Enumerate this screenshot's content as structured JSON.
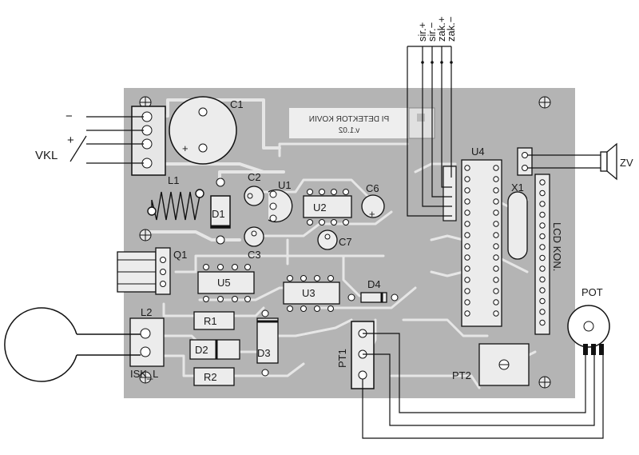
{
  "board": {
    "title_lines": [
      "PI DETEKTOR KOVIN",
      "v.1.02"
    ],
    "bg_color": "#b4b4b4",
    "trace_color": "#e6e6e6",
    "line_color": "#111111"
  },
  "labels": {
    "c1": "C1",
    "c2": "C2",
    "c3": "C3",
    "c6": "C6",
    "c7": "C7",
    "u1": "U1",
    "u2": "U2",
    "u3": "U3",
    "u4": "U4",
    "u5": "U5",
    "l1": "L1",
    "l2": "L2",
    "d1": "D1",
    "d2": "D2",
    "d3": "D3",
    "d4": "D4",
    "q1": "Q1",
    "r1": "R1",
    "r2": "R2",
    "x1": "X1",
    "pt1": "PT1",
    "pt2": "PT2",
    "isk_l": "ISK_L",
    "lcd_kon": "LCD KON.",
    "pot": "POT",
    "zv": "ZV",
    "vkl": "VKL",
    "minus": "−",
    "plus": "+",
    "sir_plus": "sir.+",
    "sir_minus": "sir.−",
    "zak_plus": "zak.+",
    "zak_minus": "zak.−"
  }
}
